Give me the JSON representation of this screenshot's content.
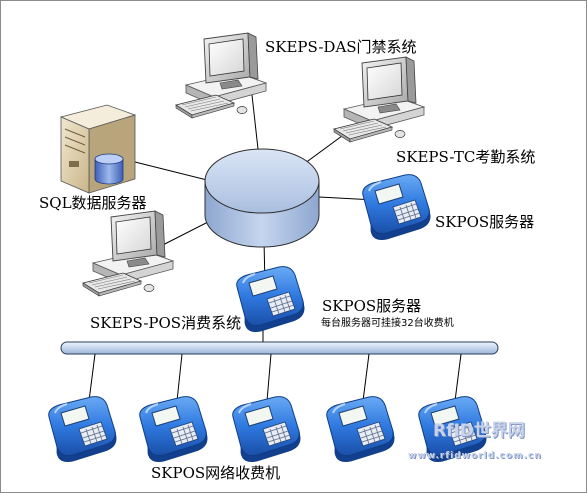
{
  "labels": {
    "das_system": "SKEPS-DAS门禁系统",
    "tc_system": "SKEPS-TC考勤系统",
    "sql_server": "SQL数据服务器",
    "pos_server_right": "SKPOS服务器",
    "pos_system": "SKEPS-POS消费系统",
    "pos_server_bus": "SKPOS服务器",
    "pos_server_note": "每台服务器可挂接32台收费机",
    "terminals": "SKPOS网络收费机"
  },
  "watermark": {
    "logo": "RfID世界网",
    "url": "www.rfidworld.com.cn"
  },
  "colors": {
    "hub_fill": "#b8c8e4",
    "bus_fill": "#c9d9ee",
    "terminal_blue": "#2f79e0",
    "line": "#000000"
  }
}
